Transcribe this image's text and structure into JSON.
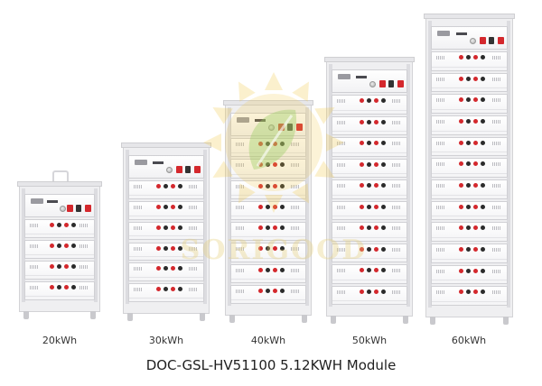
{
  "watermark": {
    "text": "SORIGOOD",
    "colors": {
      "sun": "#f2c84b",
      "leaf": "#9ccc65"
    }
  },
  "products": [
    {
      "capacity": "20kWh",
      "modules": 4
    },
    {
      "capacity": "30kWh",
      "modules": 6
    },
    {
      "capacity": "40kWh",
      "modules": 8
    },
    {
      "capacity": "50kWh",
      "modules": 10
    },
    {
      "capacity": "60kWh",
      "modules": 12
    }
  ],
  "caption": "DOC-GSL-HV51100 5.12KWH Module",
  "colors": {
    "terminal_positive": "#d4282d",
    "terminal_negative": "#2b2b2b",
    "cabinet": "#efeff1"
  }
}
